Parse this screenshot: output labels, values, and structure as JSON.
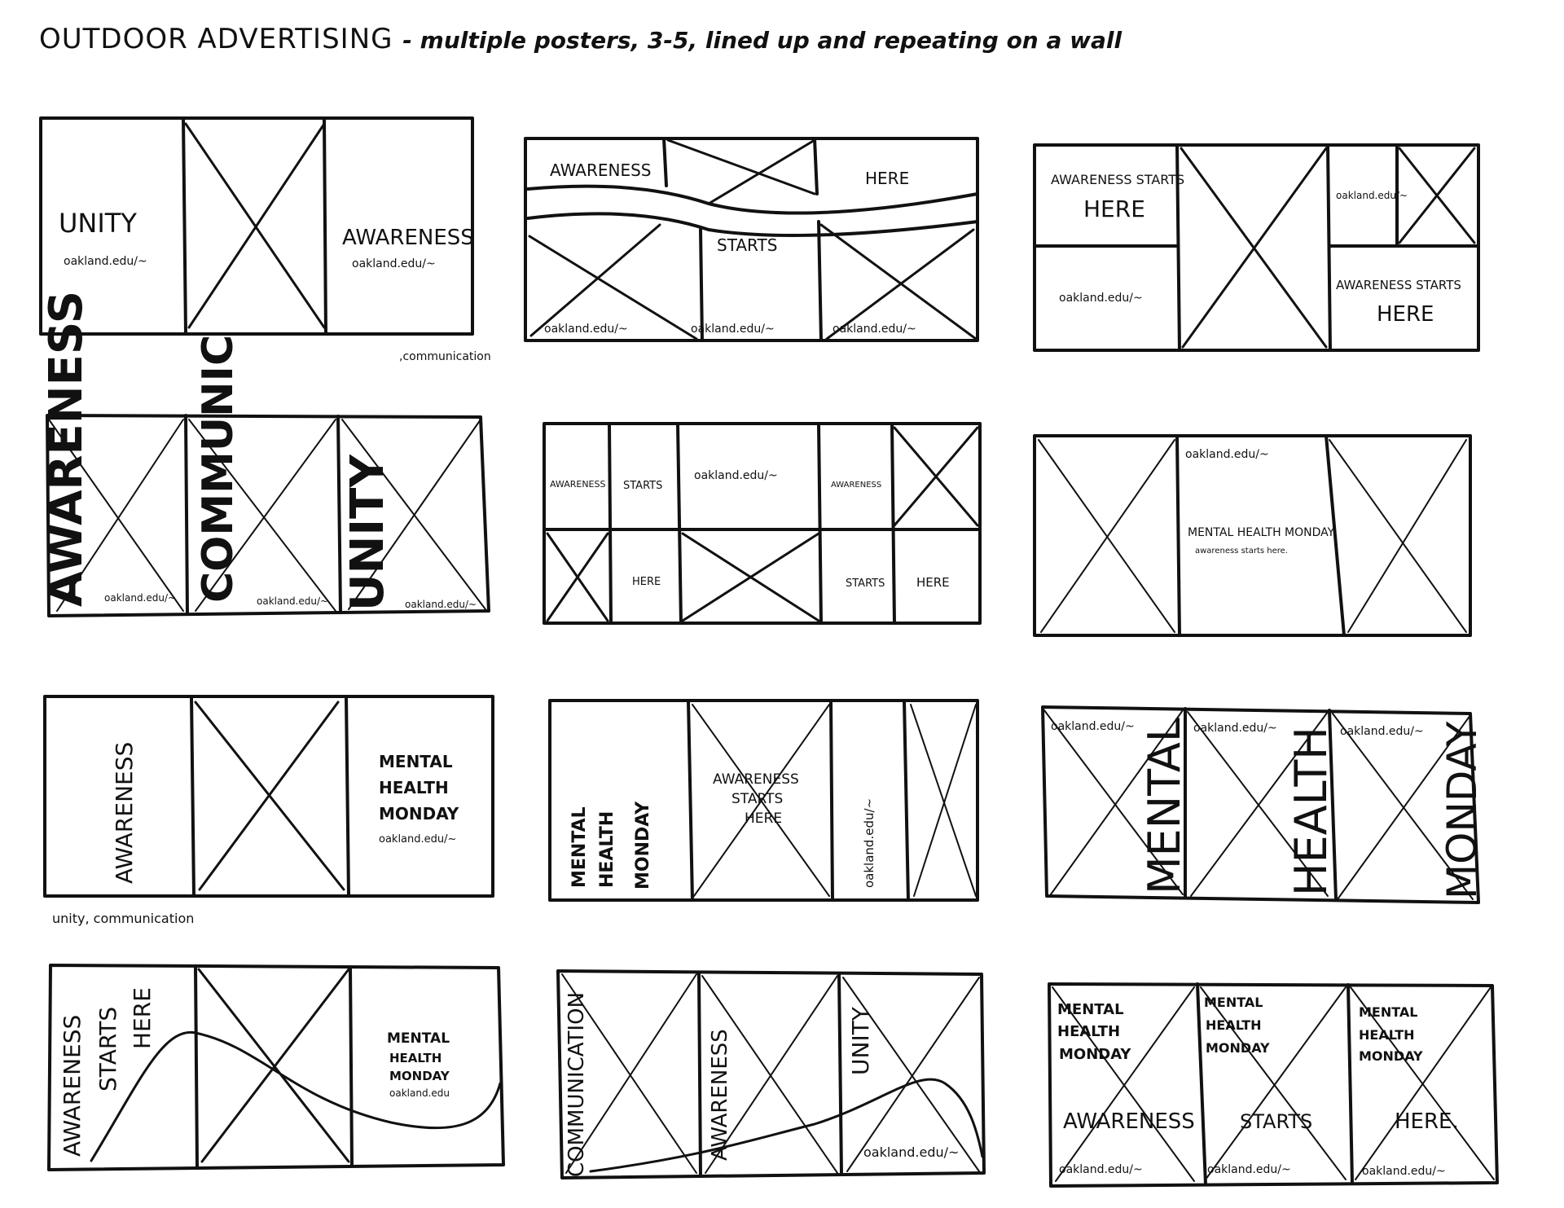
{
  "header": {
    "title_main": "OUTDOOR ADVERTISING",
    "title_sub": "- multiple posters, 3-5, lined up and repeating on a wall"
  },
  "notes": {
    "n1": ",communication",
    "n2": "unity, communication"
  },
  "sketches": {
    "s1": {
      "a": "UNITY",
      "b": "oakland.edu/~",
      "c": "AWARENESS",
      "d": "oakland.edu/~"
    },
    "s2": {
      "a": "AWARENESS",
      "b": "HERE",
      "c": "STARTS",
      "d": "oakland.edu/~",
      "e": "oakland.edu/~",
      "f": "oakland.edu/~"
    },
    "s3": {
      "a": "AWARENESS STARTS",
      "b": "HERE",
      "c": "oakland.edu/~",
      "d": "oakland.edu/~",
      "e": "AWARENESS STARTS",
      "f": "HERE"
    },
    "s4": {
      "a": "AWARENESS",
      "b": "COMMUNIC",
      "c": "UNITY",
      "d": "oakland.edu/~",
      "e": "oakland.edu/~",
      "f": "oakland.edu/~"
    },
    "s5": {
      "a": "AWARENESS",
      "b": "STARTS",
      "c": "oakland.edu/~",
      "d": "AWARENESS",
      "e": "HERE",
      "f": "STARTS",
      "g": "HERE"
    },
    "s6": {
      "a": "oakland.edu/~",
      "b": "MENTAL HEALTH MONDAY",
      "c": "awareness starts here."
    },
    "s7": {
      "a": "AWARENESS",
      "b": "MENTAL",
      "c": "HEALTH",
      "d": "MONDAY",
      "e": "oakland.edu/~"
    },
    "s8": {
      "a": "MENTAL",
      "b": "HEALTH",
      "c": "MONDAY",
      "d": "AWARENESS",
      "e": "STARTS",
      "f": "HERE",
      "g": "oakland.edu/~"
    },
    "s9": {
      "a": "oakland.edu/~",
      "b": "oakland.edu/~",
      "c": "oakland.edu/~",
      "d": "MENTAL",
      "e": "HEALTH",
      "f": "MONDAY"
    },
    "s10": {
      "a": "AWARENESS",
      "b": "STARTS",
      "c": "HERE",
      "d": "MENTAL",
      "e": "HEALTH",
      "f": "MONDAY",
      "g": "oakland.edu"
    },
    "s11": {
      "a": "COMMUNICATION",
      "b": "AWARENESS",
      "c": "UNITY",
      "d": "oakland.edu/~"
    },
    "s12": {
      "a": "MENTAL",
      "b": "HEALTH",
      "c": "MONDAY",
      "d": "AWARENESS",
      "e": "oakland.edu/~",
      "f": "MENTAL",
      "g": "HEALTH",
      "h": "MONDAY",
      "i": "STARTS",
      "j": "oakland.edu/~",
      "k": "MENTAL",
      "l": "HEALTH",
      "m": "MONDAY",
      "n": "HERE.",
      "o": "oakland.edu/~"
    }
  }
}
